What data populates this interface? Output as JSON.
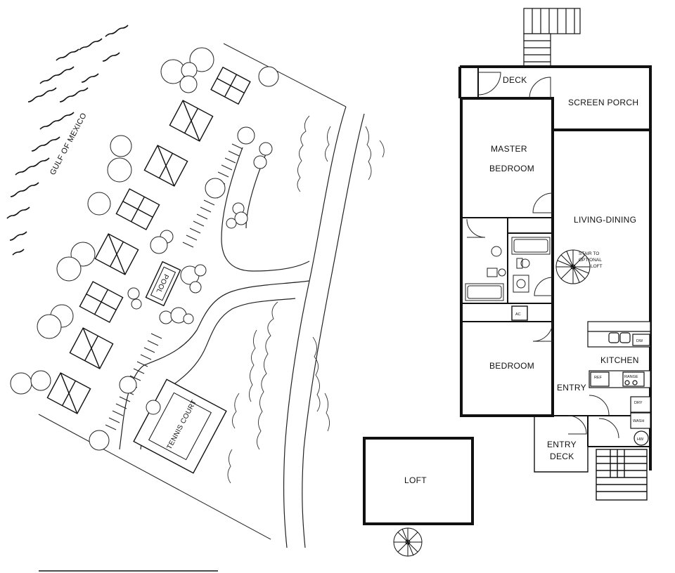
{
  "site_plan": {
    "water_label": "GULF OF MEXICO",
    "pool_label": "POOL",
    "tennis_label": "TENNIS COURT"
  },
  "floor_plan": {
    "rooms": {
      "deck": "DECK",
      "screen_porch": "SCREEN PORCH",
      "master_bedroom_1": "MASTER",
      "master_bedroom_2": "BEDROOM",
      "living_dining": "LIVING-DINING",
      "stair_note_1": "STAIR TO",
      "stair_note_2": "OPTIONAL",
      "stair_note_3": "LOFT",
      "bedroom": "BEDROOM",
      "kitchen": "KITCHEN",
      "entry": "ENTRY",
      "entry_deck_1": "ENTRY",
      "entry_deck_2": "DECK",
      "loft": "LOFT"
    },
    "fixtures": {
      "ac": "AC",
      "dw": "DW",
      "ref": "REF",
      "range": "RANGE",
      "dry": "DRY",
      "wash": "WASH",
      "hw": "HW"
    }
  }
}
